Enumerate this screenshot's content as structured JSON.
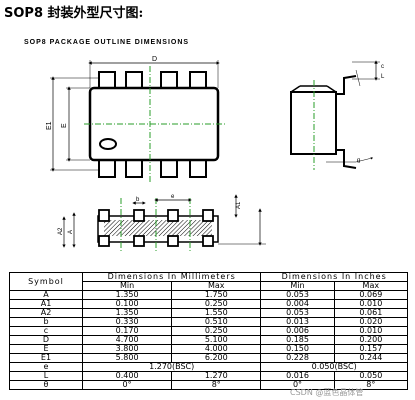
{
  "heading": {
    "prefix": "SOP8",
    "text": "封装外型尺寸图:"
  },
  "drawing": {
    "title": "SOP8 PACKAGE OUTLINE DIMENSIONS",
    "labels": {
      "D": "D",
      "E1": "E1",
      "E": "E",
      "A1": "A1",
      "A2": "A2",
      "A": "A",
      "b": "b",
      "e": "e",
      "c": "c",
      "L": "L",
      "theta": "θ"
    }
  },
  "table": {
    "symbol_header": "Symbol",
    "mm_header": "Dimensions In Millimeters",
    "in_header": "Dimensions In Inches",
    "min": "Min",
    "max": "Max",
    "rows": [
      {
        "symbol": "A",
        "mm_min": "1.350",
        "mm_max": "1.750",
        "in_min": "0.053",
        "in_max": "0.069"
      },
      {
        "symbol": "A1",
        "mm_min": "0.100",
        "mm_max": "0.250",
        "in_min": "0.004",
        "in_max": "0.010"
      },
      {
        "symbol": "A2",
        "mm_min": "1.350",
        "mm_max": "1.550",
        "in_min": "0.053",
        "in_max": "0.061"
      },
      {
        "symbol": "b",
        "mm_min": "0.330",
        "mm_max": "0.510",
        "in_min": "0.013",
        "in_max": "0.020"
      },
      {
        "symbol": "c",
        "mm_min": "0.170",
        "mm_max": "0.250",
        "in_min": "0.006",
        "in_max": "0.010"
      },
      {
        "symbol": "D",
        "mm_min": "4.700",
        "mm_max": "5.100",
        "in_min": "0.185",
        "in_max": "0.200"
      },
      {
        "symbol": "E",
        "mm_min": "3.800",
        "mm_max": "4.000",
        "in_min": "0.150",
        "in_max": "0.157"
      },
      {
        "symbol": "E1",
        "mm_min": "5.800",
        "mm_max": "6.200",
        "in_min": "0.228",
        "in_max": "0.244"
      }
    ],
    "row_e": {
      "symbol": "e",
      "mm": "1.270(BSC)",
      "in": "0.050(BSC)"
    },
    "row_L": {
      "symbol": "L",
      "mm_min": "0.400",
      "mm_max": "1.270",
      "in_min": "0.016",
      "in_max": "0.050"
    },
    "row_theta": {
      "symbol": "θ",
      "mm_min": "0°",
      "mm_max": "8°",
      "in_min": "0°",
      "in_max": "8°"
    }
  },
  "watermark": "CSDN @蓝色晶体管"
}
